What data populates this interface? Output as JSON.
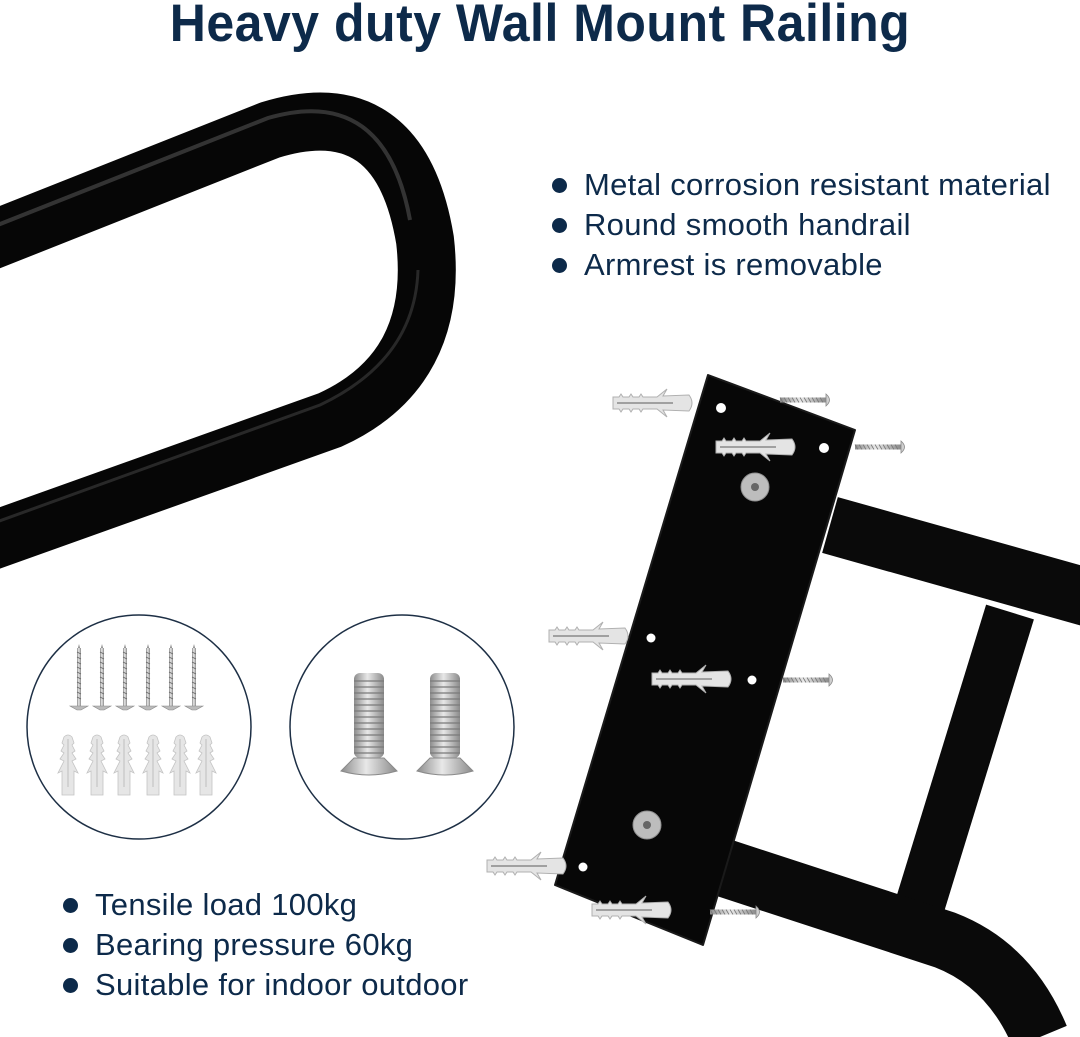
{
  "header": {
    "title": "Heavy duty Wall Mount Railing"
  },
  "features_top": [
    {
      "text": "Metal corrosion resistant material"
    },
    {
      "text": "Round smooth handrail"
    },
    {
      "text": "Armrest is removable"
    }
  ],
  "features_bottom": [
    {
      "text": "Tensile load 100kg"
    },
    {
      "text": "Bearing pressure 60kg"
    },
    {
      "text": "Suitable for indoor outdoor"
    }
  ],
  "accessories": {
    "left_circle": {
      "wood_screws": 6,
      "wall_anchors": 6
    },
    "right_circle": {
      "machine_bolts": 2
    }
  },
  "colors": {
    "title": "#0d2a4a",
    "bullet": "#0d2a4a",
    "rail": "#0a0a0a",
    "anchor": "#e2e2e2",
    "metal": "#b8b8b8"
  }
}
